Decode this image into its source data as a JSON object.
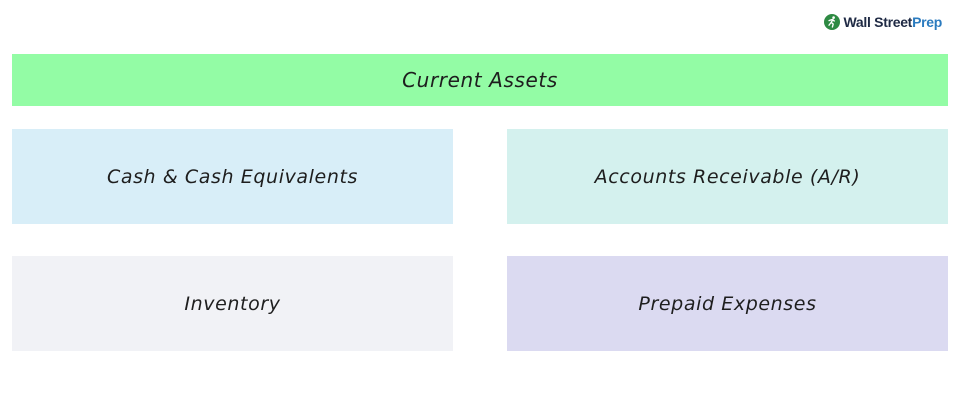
{
  "logo": {
    "icon": "runner-icon",
    "word1": "Wall Street",
    "word2": "Prep",
    "colors": {
      "primary": "#1f2a44",
      "accent": "#2b7bbf",
      "icon_bg": "#2e8a43"
    }
  },
  "diagram": {
    "header": {
      "label": "Current Assets",
      "color": "#93fca5"
    },
    "items": [
      {
        "label": "Cash & Cash Equivalents",
        "color": "#d8eef8"
      },
      {
        "label": "Accounts Receivable (A/R)",
        "color": "#d4f1ee"
      },
      {
        "label": "Inventory",
        "color": "#f1f2f6"
      },
      {
        "label": "Prepaid Expenses",
        "color": "#dbdaf1"
      }
    ]
  }
}
